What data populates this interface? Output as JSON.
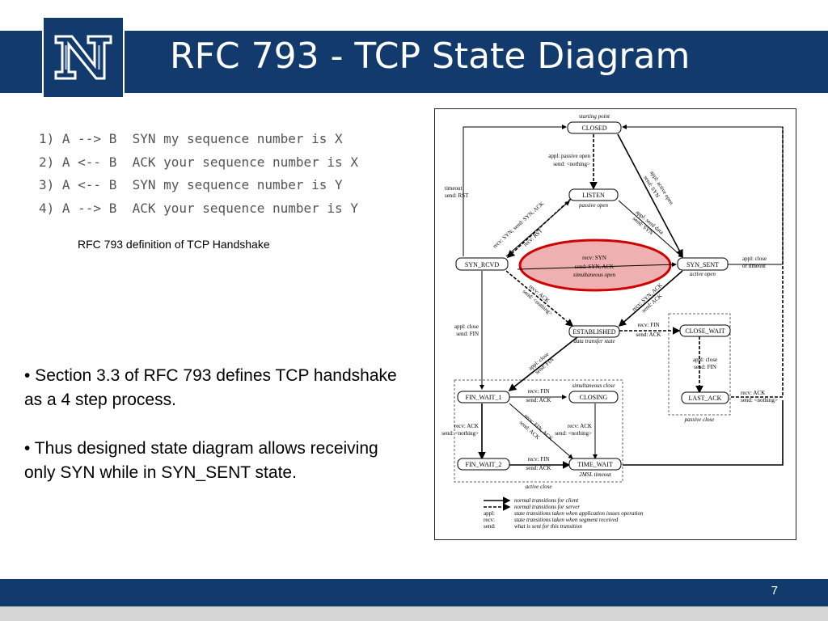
{
  "slide": {
    "title": "RFC 793 - TCP State Diagram",
    "page_number": "7",
    "colors": {
      "brand_navy": "#123a6d",
      "highlight_fill": "#eeb0b0",
      "highlight_stroke": "#d10000"
    }
  },
  "logo": {
    "icon": "university-n-logo"
  },
  "handshake": {
    "lines": [
      "1) A --> B  SYN my sequence number is X",
      "2) A <-- B  ACK your sequence number is X",
      "3) A <-- B  SYN my sequence number is Y",
      "4) A --> B  ACK your sequence number is Y"
    ],
    "caption": "RFC 793 definition of TCP Handshake"
  },
  "bullets": [
    "•  Section 3.3 of RFC 793 defines TCP handshake as a 4 step process.",
    "• Thus designed state diagram allows receiving only SYN while in SYN_SENT state."
  ],
  "diagram": {
    "states": {
      "closed": "CLOSED",
      "listen": "LISTEN",
      "syn_rcvd": "SYN_RCVD",
      "syn_sent": "SYN_SENT",
      "established": "ESTABLISHED",
      "close_wait": "CLOSE_WAIT",
      "last_ack": "LAST_ACK",
      "fin_wait_1": "FIN_WAIT_1",
      "closing": "CLOSING",
      "fin_wait_2": "FIN_WAIT_2",
      "time_wait": "TIME_WAIT"
    },
    "notes": {
      "starting_point": "starting point",
      "passive_open": "passive open",
      "active_open": "active open",
      "data_transfer_state": "data transfer state",
      "simultaneous_close": "simultaneous close",
      "passive_close": "passive close",
      "active_close": "active close",
      "msl_timeout": "2MSL timeout"
    },
    "transitions": {
      "appl_passive_open_1": "appl: passive open",
      "appl_passive_open_2": "send: <nothing>",
      "timeout_1": "timeout",
      "timeout_2": "send: RST",
      "recv_syn_send_synack": "recv: SYN; send: SYN, ACK",
      "recv_rst": "recv: RST",
      "appl_active_open_1": "appl: active open",
      "appl_active_open_2": "send: SYN",
      "appl_send_data_1": "appl: send data",
      "appl_send_data_2": "send: SYN",
      "simul_1": "recv: SYN",
      "simul_2": "send: SYN, ACK",
      "simul_3": "simultaneous open",
      "appl_close_timeout_1": "appl: close",
      "appl_close_timeout_2": "or timeout",
      "recv_ack_1": "recv: ACK",
      "recv_ack_2": "send: <nothing>",
      "recv_synack_1": "recv: SYN, ACK",
      "recv_synack_2": "send: ACK",
      "appl_close_fin_1": "appl: close",
      "appl_close_fin_2": "send: FIN",
      "recv_fin_1": "recv: FIN",
      "recv_fin_2": "send: ACK",
      "appl_close_est_1": "appl: close",
      "appl_close_est_2": "send: FIN",
      "cw_close_1": "appl: close",
      "cw_close_2": "send: FIN",
      "la_ack_1": "recv: ACK",
      "la_ack_2": "send: <nothing>",
      "fw1_fin_1": "recv: FIN",
      "fw1_fin_2": "send: ACK",
      "fw1_ack_1": "recv: ACK",
      "fw1_ack_2": "send: <nothing>",
      "finack_1": "recv: FIN, ACK",
      "finack_2": "send: ACK",
      "closing_ack_1": "recv: ACK",
      "closing_ack_2": "send: <nothing>",
      "fw2_fin_1": "recv: FIN",
      "fw2_fin_2": "send: ACK"
    },
    "legend": {
      "client_desc": "normal transitions for client",
      "server_desc": "normal transitions for server",
      "appl_key": "appl:",
      "appl_desc": "state transitions taken when application issues operation",
      "recv_key": "recv:",
      "recv_desc": "state transitions taken when segment received",
      "send_key": "send:",
      "send_desc": "what is sent for this transition"
    }
  }
}
